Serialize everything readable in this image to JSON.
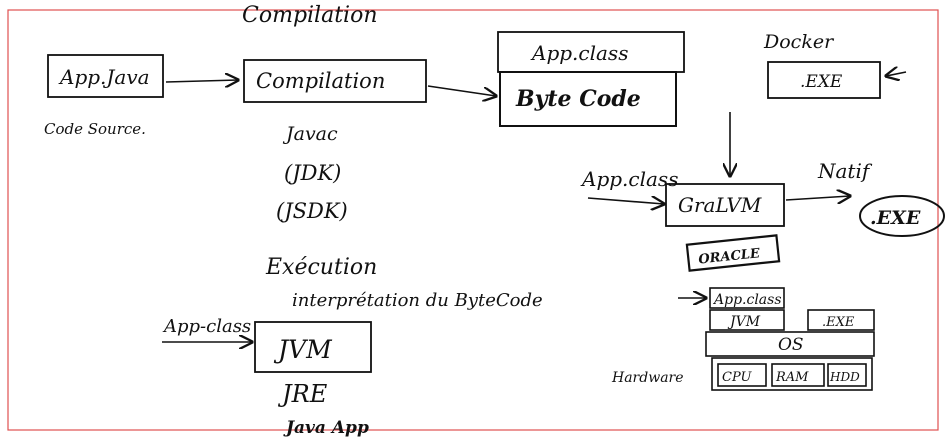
{
  "compilation_title": "Compilation",
  "app_java": "App.Java",
  "code_source": "Code Source.",
  "compilation_box": "Compilation",
  "javac": "Javac",
  "jdk": "(JDK)",
  "jsdk": "(JSDK)",
  "app_class_header": "App.class",
  "byte_code": "Byte Code",
  "docker": "Docker",
  "docker_exe": ".EXE",
  "graalvm_input": "App.class",
  "graalvm": "GraLVM",
  "native_label": "Natif",
  "native_exe": ".EXE",
  "oracle": "ORACLE",
  "execution": "Exécution",
  "interpretation": "interprétation du ByteCode",
  "jvm_input": "App-class",
  "jvm": "JVM",
  "jre": "JRE",
  "java_app": "Java App",
  "stack": {
    "app_class": "App.class",
    "jvm": "JVM",
    "exe": ".EXE",
    "os": "OS",
    "hardware": "Hardware",
    "cpu": "CPU",
    "ram": "RAM",
    "hdd": "HDD"
  },
  "colors": {
    "frame": "#e05050",
    "ink": "#111111"
  }
}
